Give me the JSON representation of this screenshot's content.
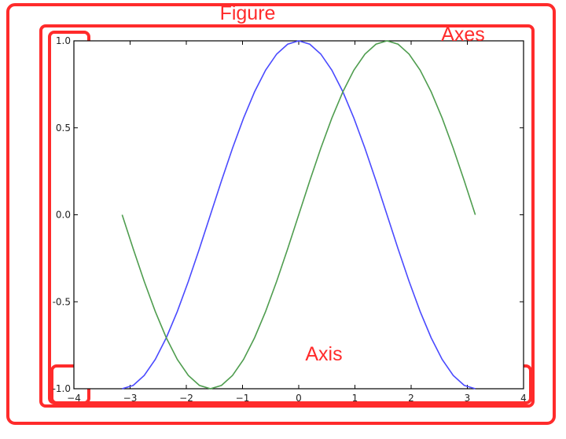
{
  "annotations": {
    "figure_label": "Figure",
    "axes_label": "Axes",
    "axis_label": "Axis"
  },
  "colors": {
    "annotation": "#ff2b2b",
    "cos_series": "#4a4aff",
    "sin_series": "#4f9d4f",
    "frame": "#000000"
  },
  "chart_data": {
    "type": "line",
    "title": "",
    "xlabel": "",
    "ylabel": "",
    "xlim": [
      -4,
      4
    ],
    "ylim": [
      -1.0,
      1.0
    ],
    "xticks": [
      "−4",
      "−3",
      "−2",
      "−1",
      "0",
      "1",
      "2",
      "3",
      "4"
    ],
    "xtick_values": [
      -4,
      -3,
      -2,
      -1,
      0,
      1,
      2,
      3,
      4
    ],
    "yticks": [
      "1.0",
      "0.5",
      "0.0",
      "-0.5",
      "-1.0"
    ],
    "ytick_values": [
      1.0,
      0.5,
      0.0,
      -0.5,
      -1.0
    ],
    "grid": false,
    "series": [
      {
        "function": "cos(x)",
        "color": "#4a4aff",
        "x": [
          -3.1416,
          -2.9452,
          -2.7489,
          -2.5525,
          -2.3562,
          -2.1598,
          -1.9635,
          -1.7671,
          -1.5708,
          -1.3744,
          -1.1781,
          -0.9817,
          -0.7854,
          -0.589,
          -0.3927,
          -0.1963,
          0.0,
          0.1963,
          0.3927,
          0.589,
          0.7854,
          0.9817,
          1.1781,
          1.3744,
          1.5708,
          1.7671,
          1.9635,
          2.1598,
          2.3562,
          2.5525,
          2.7489,
          2.9452,
          3.1416
        ],
        "y": [
          -1.0,
          -0.9808,
          -0.9239,
          -0.8315,
          -0.7071,
          -0.5556,
          -0.3827,
          -0.1951,
          0.0,
          0.1951,
          0.3827,
          0.5556,
          0.7071,
          0.8315,
          0.9239,
          0.9808,
          1.0,
          0.9808,
          0.9239,
          0.8315,
          0.7071,
          0.5556,
          0.3827,
          0.1951,
          0.0,
          -0.1951,
          -0.3827,
          -0.5556,
          -0.7071,
          -0.8315,
          -0.9239,
          -0.9808,
          -1.0
        ]
      },
      {
        "function": "sin(x)",
        "color": "#4f9d4f",
        "x": [
          -3.1416,
          -2.9452,
          -2.7489,
          -2.5525,
          -2.3562,
          -2.1598,
          -1.9635,
          -1.7671,
          -1.5708,
          -1.3744,
          -1.1781,
          -0.9817,
          -0.7854,
          -0.589,
          -0.3927,
          -0.1963,
          0.0,
          0.1963,
          0.3927,
          0.589,
          0.7854,
          0.9817,
          1.1781,
          1.3744,
          1.5708,
          1.7671,
          1.9635,
          2.1598,
          2.3562,
          2.5525,
          2.7489,
          2.9452,
          3.1416
        ],
        "y": [
          0.0,
          -0.1951,
          -0.3827,
          -0.5556,
          -0.7071,
          -0.8315,
          -0.9239,
          -0.9808,
          -1.0,
          -0.9808,
          -0.9239,
          -0.8315,
          -0.7071,
          -0.5556,
          -0.3827,
          -0.1951,
          0.0,
          0.1951,
          0.3827,
          0.5556,
          0.7071,
          0.8315,
          0.9239,
          0.9808,
          1.0,
          0.9808,
          0.9239,
          0.8315,
          0.7071,
          0.5556,
          0.3827,
          0.1951,
          0.0
        ]
      }
    ]
  }
}
